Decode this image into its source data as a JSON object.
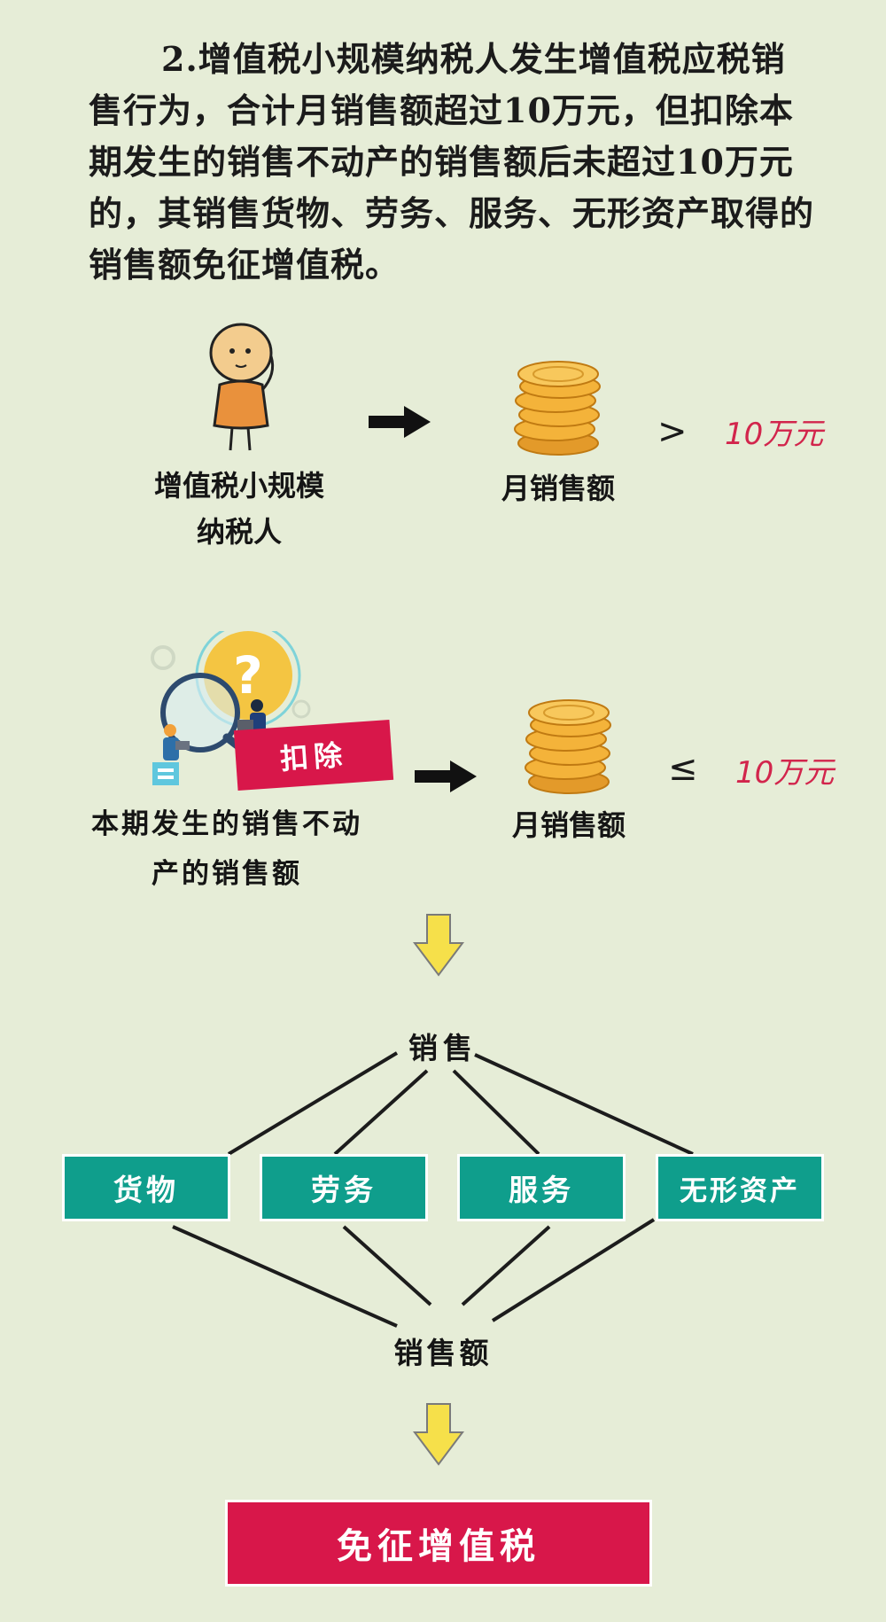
{
  "paragraph": "2.增值税小规模纳税人发生增值税应税销售行为，合计月销售额超过10万元，但扣除本期发生的销售不动产的销售额后未超过10万元的，其销售货物、劳务、服务、无形资产取得的销售额免征增值税。",
  "row1": {
    "subject_line1": "增值税小规模",
    "subject_line2": "纳税人",
    "target": "月销售额",
    "operator": ">",
    "limit": "10万元"
  },
  "row2": {
    "badge": "扣除",
    "subject_line1": "本期发生的销售不动",
    "subject_line2": "产的销售额",
    "target": "月销售额",
    "operator": "≤",
    "limit": "10万元"
  },
  "tree": {
    "top": "销售",
    "items": [
      "货物",
      "劳务",
      "服务",
      "无形资产"
    ],
    "bottom": "销售额"
  },
  "result": "免征增值税",
  "colors": {
    "background": "#e6edd7",
    "teal": "#0f9e8c",
    "result_red": "#d8174a",
    "limit_red": "#d2254c",
    "coin": "#f4b33a",
    "down_arrow": "#f6e04a"
  },
  "icons": [
    "cartoon-person-icon",
    "right-arrow-icon",
    "coin-stack-icon",
    "magnifier-question-icon",
    "down-arrow-icon"
  ]
}
